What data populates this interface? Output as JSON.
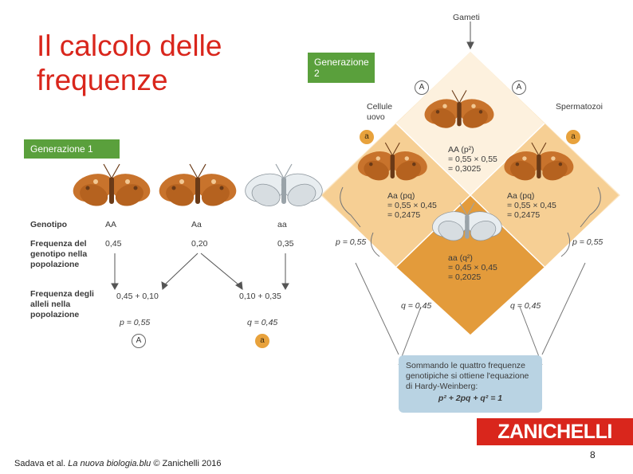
{
  "slide": {
    "title": "Il calcolo delle frequenze",
    "footer_authors": "Sadava et al. ",
    "footer_book": "La nuova biologia.blu",
    "footer_publisher": " © Zanichelli 2016",
    "page_number": "8",
    "brand": "ZANICHELLI"
  },
  "colors": {
    "title_red": "#d9261c",
    "generation_green": "#5aa03c",
    "allele_a_orange": "#e8a23c",
    "summary_blue": "#b9d3e3",
    "brand_red": "#d9261c"
  },
  "generation1": {
    "label": "Generazione 1",
    "row_genotype_label": "Genotipo",
    "row_freq_genotype_label": "Frequenza del genotipo nella popolazione",
    "row_freq_alleles_label": "Frequenza degli alleli nella popolazione",
    "genotypes": [
      "AA",
      "Aa",
      "aa"
    ],
    "genotype_freqs": [
      "0,45",
      "0,20",
      "0,35"
    ],
    "sum_A": "0,45 + 0,10",
    "sum_a": "0,10 + 0,35",
    "p_text": "p = 0,55",
    "q_text": "q = 0,45",
    "allele_A": "A",
    "allele_a": "a"
  },
  "generation2": {
    "label": "Generazione 2",
    "gameti": "Gameti",
    "cellule_uovo": "Cellule uovo",
    "spermatozoi": "Spermatozoi",
    "allele_A": "A",
    "allele_a": "a",
    "cell_AA_title": "AA (p²)",
    "cell_AA_calc": "= 0,55 × 0,55",
    "cell_AA_result": "= 0,3025",
    "cell_Aa_left_title": "Aa (pq)",
    "cell_Aa_left_calc": "= 0,55 × 0,45",
    "cell_Aa_left_result": "= 0,2475",
    "cell_Aa_right_title": "Aa (pq)",
    "cell_Aa_right_calc": "= 0,55 × 0,45",
    "cell_Aa_right_result": "= 0,2475",
    "cell_aa_title": "aa (q²)",
    "cell_aa_calc": "= 0,45 × 0,45",
    "cell_aa_result": "= 0,2025",
    "p_left": "p = 0,55",
    "p_right": "p = 0,55",
    "q_left": "q = 0,45",
    "q_right": "q = 0,45",
    "summary_text": "Sommando le quattro frequenze genotipiche si ottiene l'equazione di Hardy-Weinberg:",
    "summary_equation": "p² + 2pq + q² = 1"
  }
}
